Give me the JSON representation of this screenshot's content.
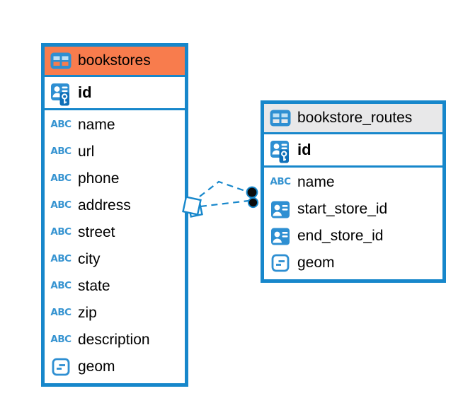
{
  "diagram": {
    "canvas_background": "#ffffff",
    "colors": {
      "table_border_blue": "#1787CB",
      "bookstores_header_orange": "#F87C4D",
      "routes_header_gray": "#E8E8E9",
      "icon_blue": "#2E8FD2",
      "icon_cell_light_blue": "#BFE0F4",
      "icon_dark_blue": "#0E6FB8",
      "abc_icon_blue": "#3794D1",
      "text_color": "#000000",
      "connector_dot_black": "#0B0B0B"
    },
    "icons": {
      "abc_label": "ABC"
    },
    "tables": [
      {
        "title": "bookstores",
        "header_style": "orange",
        "primary_key": "id",
        "primary_key_icon": "person-key-icon",
        "columns": [
          "name",
          "url",
          "phone",
          "address",
          "street",
          "city",
          "state",
          "zip",
          "description",
          "geom"
        ],
        "column_type_icons": [
          "abc-text-icon",
          "abc-text-icon",
          "abc-text-icon",
          "abc-text-icon",
          "abc-text-icon",
          "abc-text-icon",
          "abc-text-icon",
          "abc-text-icon",
          "abc-text-icon",
          "geometry-icon"
        ]
      },
      {
        "title": "bookstore_routes",
        "header_style": "gray",
        "primary_key": "id",
        "primary_key_icon": "person-key-icon",
        "columns": [
          "name",
          "start_store_id",
          "end_store_id",
          "geom"
        ],
        "column_type_icons": [
          "abc-text-icon",
          "person-ref-icon",
          "person-ref-icon",
          "geometry-icon"
        ]
      }
    ],
    "relationship": {
      "from_table": "bookstore_routes",
      "to_table": "bookstores",
      "line_style": "dashed",
      "line_count": 2,
      "source_marker": "white-diamond",
      "target_marker": "black-dots"
    }
  }
}
